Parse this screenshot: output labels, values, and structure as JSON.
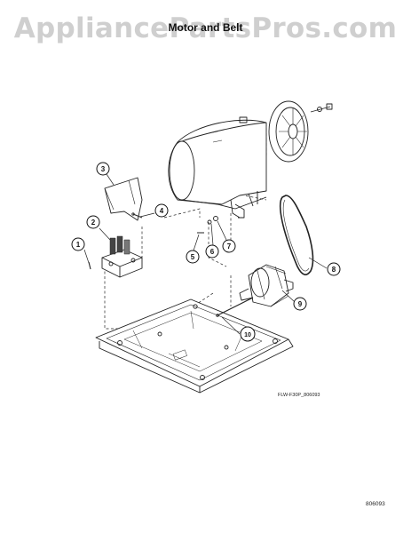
{
  "watermark": "AppliancePartsPros.com",
  "title": "Motor and Belt",
  "drawing_code": "FLW-F30P_806093",
  "page_code": "806093",
  "callouts": [
    "1",
    "2",
    "3",
    "4",
    "5",
    "6",
    "7",
    "8",
    "9",
    "10"
  ]
}
